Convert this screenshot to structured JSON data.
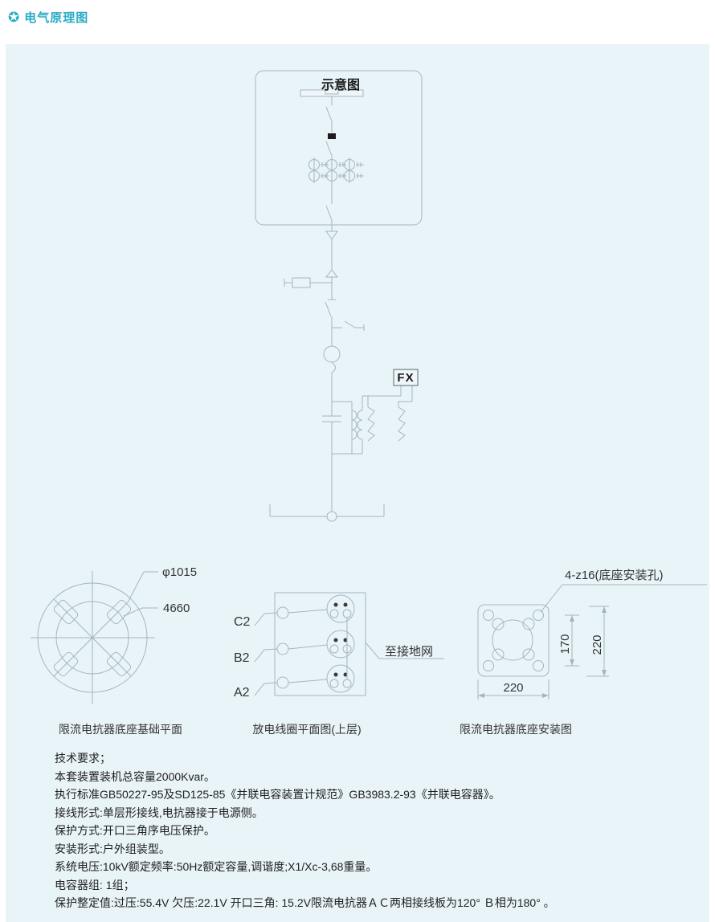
{
  "header": {
    "icon": "star-circle-icon",
    "title": "电气原理图"
  },
  "colors": {
    "accent": "#29abc7",
    "panel_bg": "#e9f4f9",
    "line": "#a6b4bd",
    "ink": "#1f1f1f"
  },
  "schematic": {
    "box_label": "示意图",
    "fx_label": "FX"
  },
  "foundation_plan": {
    "dim_diameter": "φ1015",
    "dim_spacing": "4660",
    "caption": "限流电抗器底座基础平面"
  },
  "discharge_coil_plan": {
    "phases": [
      "C2",
      "B2",
      "A2"
    ],
    "ground_note": "至接地网",
    "caption": "放电线圈平面图(上层)"
  },
  "base_mount_plan": {
    "holes_note": "4-z16(底座安装孔)",
    "dim_inner": "170",
    "dim_side": "220",
    "dim_bottom": "220",
    "caption": "限流电抗器底座安装图"
  },
  "tech": {
    "lines": [
      "技术要求；",
      "本套装置装机总容量2000Kvar。",
      "执行标准GB50227-95及SD125-85《并联电容装置计规范》GB3983.2-93《并联电容器》。",
      "接线形式:单层形接线,电抗器接于电源侧。",
      "保护方式:开口三角序电压保护。",
      "安装形式:户外组装型。",
      "系统电压:10kV额定频率:50Hz额定容量,调谐度;X1/Xc-3,68重量。",
      "电容器组: 1组；",
      "保护整定值:过压:55.4V  欠压:22.1V  开口三角: 15.2V限流电抗器ＡＣ两相接线板为120° Ｂ相为180° 。"
    ]
  }
}
